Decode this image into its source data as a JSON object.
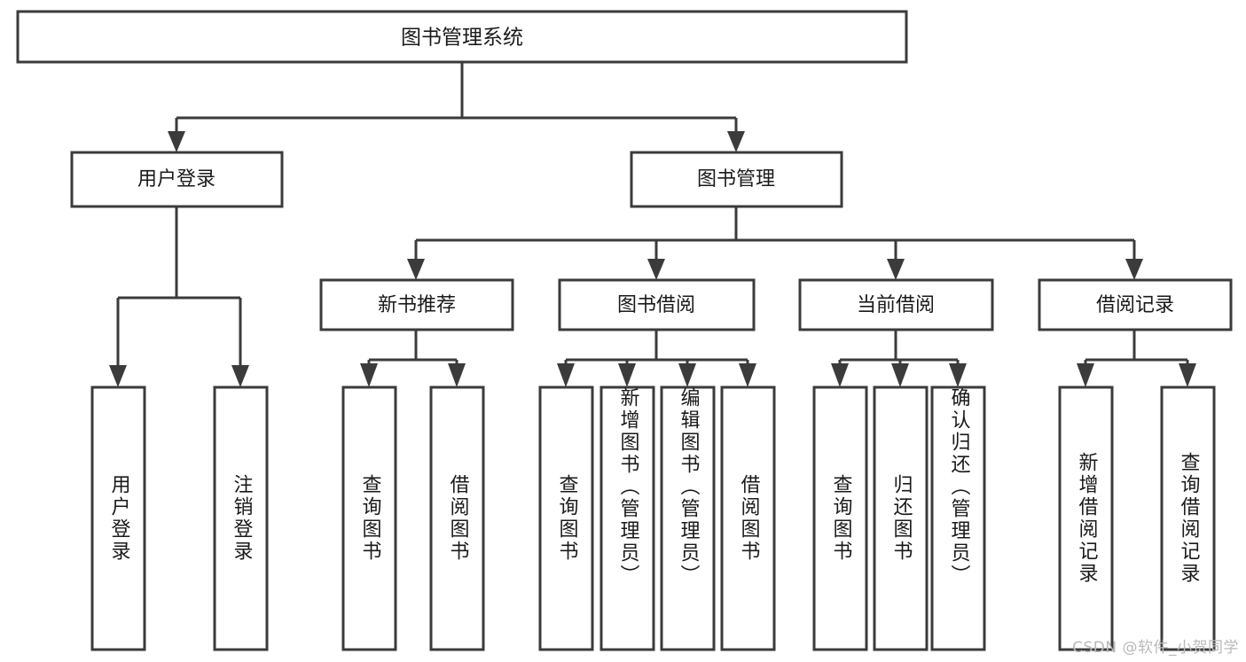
{
  "diagram": {
    "kind": "tree-hierarchy-diagram",
    "title_node": {
      "id": "root",
      "label": "图书管理系统"
    },
    "level1": [
      {
        "id": "user-login",
        "label": "用户登录"
      },
      {
        "id": "book-manage",
        "label": "图书管理"
      }
    ],
    "level2": [
      {
        "id": "new-book-recommend",
        "label": "新书推荐",
        "parent": "book-manage"
      },
      {
        "id": "book-borrow",
        "label": "图书借阅",
        "parent": "book-manage"
      },
      {
        "id": "current-borrow",
        "label": "当前借阅",
        "parent": "book-manage"
      },
      {
        "id": "borrow-record",
        "label": "借阅记录",
        "parent": "book-manage"
      }
    ],
    "leaves": {
      "user-login": [
        {
          "id": "leaf-user-login",
          "label": "用户登录"
        },
        {
          "id": "leaf-user-logout",
          "label": "注销登录"
        }
      ],
      "new-book-recommend": [
        {
          "id": "leaf-query-book-1",
          "label": "查询图书"
        },
        {
          "id": "leaf-borrow-book-1",
          "label": "借阅图书"
        }
      ],
      "book-borrow": [
        {
          "id": "leaf-query-book-2",
          "label": "查询图书"
        },
        {
          "id": "leaf-add-book",
          "label": "新增图书（管理员）"
        },
        {
          "id": "leaf-edit-book",
          "label": "编辑图书（管理员）"
        },
        {
          "id": "leaf-borrow-book-2",
          "label": "借阅图书"
        }
      ],
      "current-borrow": [
        {
          "id": "leaf-query-book-3",
          "label": "查询图书"
        },
        {
          "id": "leaf-return-book",
          "label": "归还图书"
        },
        {
          "id": "leaf-confirm-return",
          "label": "确认归还（管理员）"
        }
      ],
      "borrow-record": [
        {
          "id": "leaf-add-record",
          "label": "新增借阅记录"
        },
        {
          "id": "leaf-query-record",
          "label": "查询借阅记录"
        }
      ]
    },
    "colors": {
      "stroke": "#3b3b3b",
      "fill": "#ffffff",
      "text": "#1a1a1a",
      "background": "#ffffff",
      "watermark": "#b9b9b9"
    }
  },
  "watermark": {
    "text": "CSDN @软件_小贺同学"
  }
}
